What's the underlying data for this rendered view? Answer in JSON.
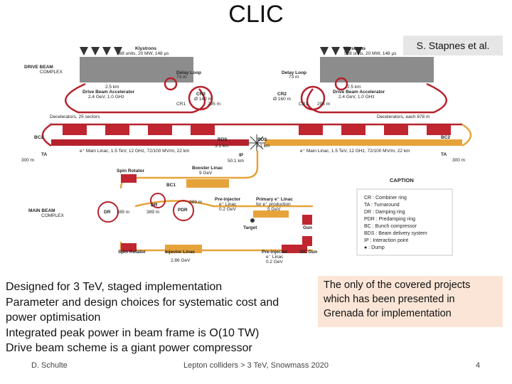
{
  "slide": {
    "title": "CLIC",
    "credit": "S. Stapnes et al.",
    "bullets": [
      "Designed for 3 TeV, staged implementation",
      "Parameter and design choices for systematic cost and",
      "power optimisation",
      "Integrated peak power in beam frame is O(10 TW)",
      "Drive beam scheme is a giant power compressor"
    ],
    "note": "The only of the covered projects which has been presented in Grenada for implementation",
    "footer": {
      "author": "D. Schulte",
      "event": "Lepton colliders > 3 TeV, Snowmass 2020",
      "page": "4"
    }
  },
  "diagram": {
    "klystrons_left": "Klystrons",
    "klystrons_left_spec": "588 units, 20 MW, 148 μs",
    "klystrons_right": "Klystrons",
    "klystrons_right_spec": "588 units, 20 MW, 148 μs",
    "drive_beam_complex": "DRIVE BEAM",
    "drive_beam_complex_sub": "COMPLEX",
    "main_beam_complex": "MAIN BEAM",
    "main_beam_complex_sub": "COMPLEX",
    "delay_loop_left": "Delay Loop",
    "delay_loop_left_len": "73 m",
    "delay_loop_right": "Delay Loop",
    "delay_loop_right_len": "73 m",
    "dba_left_len": "2.5 km",
    "dba_left": "Drive Beam Accelerator",
    "dba_left_spec": "2.4 GeV, 1.0 GHz",
    "dba_right_len": "2.5 km",
    "dba_right": "Drive Beam Accelerator",
    "dba_right_spec": "2.4 GeV, 1.0 GHz",
    "cr2_left": "CR2",
    "cr2_left_dim": "Ø 140 m",
    "cr2_right": "CR2",
    "cr2_right_dim": "Ø 160 m",
    "cr1_left": "CR1",
    "cr1_right": "CR1",
    "len_295_left": "295 m",
    "len_295_right": "295 m",
    "decelerators_left": "Decelerators, 25 sectors",
    "decelerators_right": "Decelerators, each 878 m",
    "bc2_left": "BC2",
    "bc2_right": "BC2",
    "bds_left": "BDS",
    "bds_left_len": "3.1 km",
    "bds_right": "BDS",
    "bds_right_len": "3.1 km",
    "main_linac_left": "e⁺ Main Linac, 1.5 TeV, 12 GHz, 72/100 MV/m, 22 km",
    "main_linac_right": "e⁺ Main Linac, 1.5 TeV, 12 GHz, 72/100 MV/m, 22 km",
    "ta_left": "TA",
    "ta_left_len": "300 m",
    "ta_right": "TA",
    "ta_right_len": "300 m",
    "ip": "IP",
    "ip_len": "50.1 km",
    "booster_linac": "Booster Linac",
    "booster_linac_energy": "9 GeV",
    "bc1": "BC1",
    "spin_rotator_top": "Spin Rotator",
    "spin_rotator_bottom": "Spin Rotator",
    "dr_left": "DR",
    "dr_left_len": "389 m",
    "dr_right": "DR",
    "dr_right_len": "389 m",
    "pdr": "PDR",
    "pdr_len": "389 m",
    "pre_injector_e": "Pre-injector",
    "pre_injector_e_sub": "e⁺ Linac",
    "pre_injector_e_energy": "0.2 GeV",
    "primary_e": "Primary e⁻ Linac",
    "primary_e_sub": "for e⁺ production",
    "primary_e_energy": "5 GeV",
    "target": "Target",
    "gun": "Gun",
    "injector_linac": "Injector Linac",
    "injector_linac_energy": "2.86 GeV",
    "pre_injector_dc": "Pre-injector",
    "pre_injector_dc_sub": "e⁻ Linac",
    "pre_injector_dc_energy": "0.2 GeV",
    "dc_gun": "DC Gun",
    "caption": {
      "title": "CAPTION",
      "items": [
        "CR : Combiner ring",
        "TA : Turnaround",
        "DR : Damping ring",
        "PDR : Predamping ring",
        "BC : Bunch compressor",
        "BDS : Beam delivery system",
        "IP : Interaction point",
        "● : Dump"
      ]
    }
  },
  "colors": {
    "beamline_red": "#b5222d",
    "main_linac_orange": "#e6a33a",
    "klystron_gray": "#8a8a8a",
    "note_bg": "#fbe5d6"
  }
}
